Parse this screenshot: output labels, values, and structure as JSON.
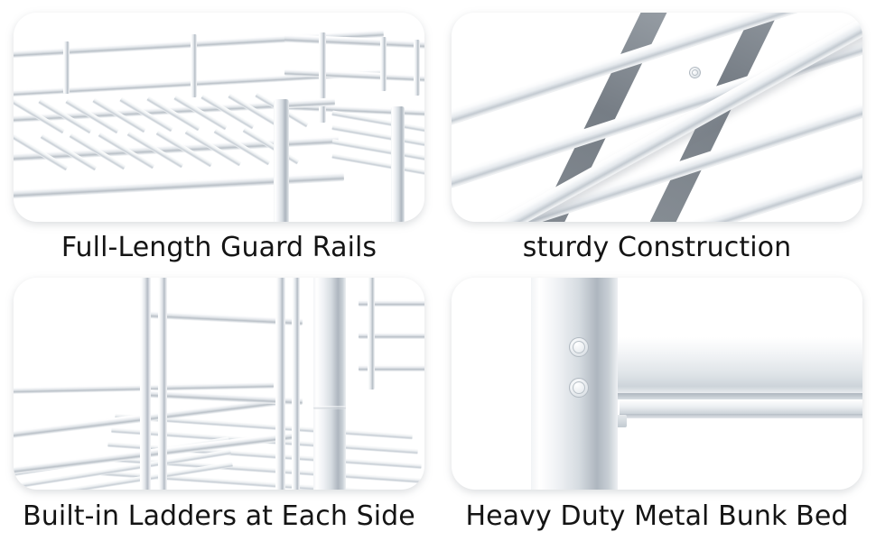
{
  "page": {
    "background_color": "#ffffff",
    "layout": "2x2 feature grid",
    "caption_color": "#141414",
    "metal_color": "#d8dde2",
    "accent_dark": "#767d85"
  },
  "features": [
    {
      "id": "guard-rails",
      "caption": "Full-Length Guard Rails",
      "image_alt": "Upper bunk with full-length metal guard rail and slatted platform",
      "parts": [
        "guard rail",
        "vertical post",
        "bed slats",
        "frame rail"
      ]
    },
    {
      "id": "sturdy-construction",
      "caption": "sturdy Construction",
      "image_alt": "Close-up of crossing metal support slats joined with a bolt",
      "parts": [
        "support slat",
        "cross beam",
        "bolt"
      ]
    },
    {
      "id": "built-in-ladders",
      "caption": "Built-in Ladders at Each Side",
      "image_alt": "Built-in ladder rungs beside bunk bed posts and slatted platform",
      "parts": [
        "ladder rung",
        "ladder rail",
        "round post",
        "platform slats"
      ]
    },
    {
      "id": "heavy-duty",
      "caption": "Heavy Duty Metal Bunk Bed",
      "image_alt": "Thick round metal post bolted to a horizontal side rail",
      "parts": [
        "round post",
        "bolt",
        "side rail",
        "bracket"
      ]
    }
  ]
}
